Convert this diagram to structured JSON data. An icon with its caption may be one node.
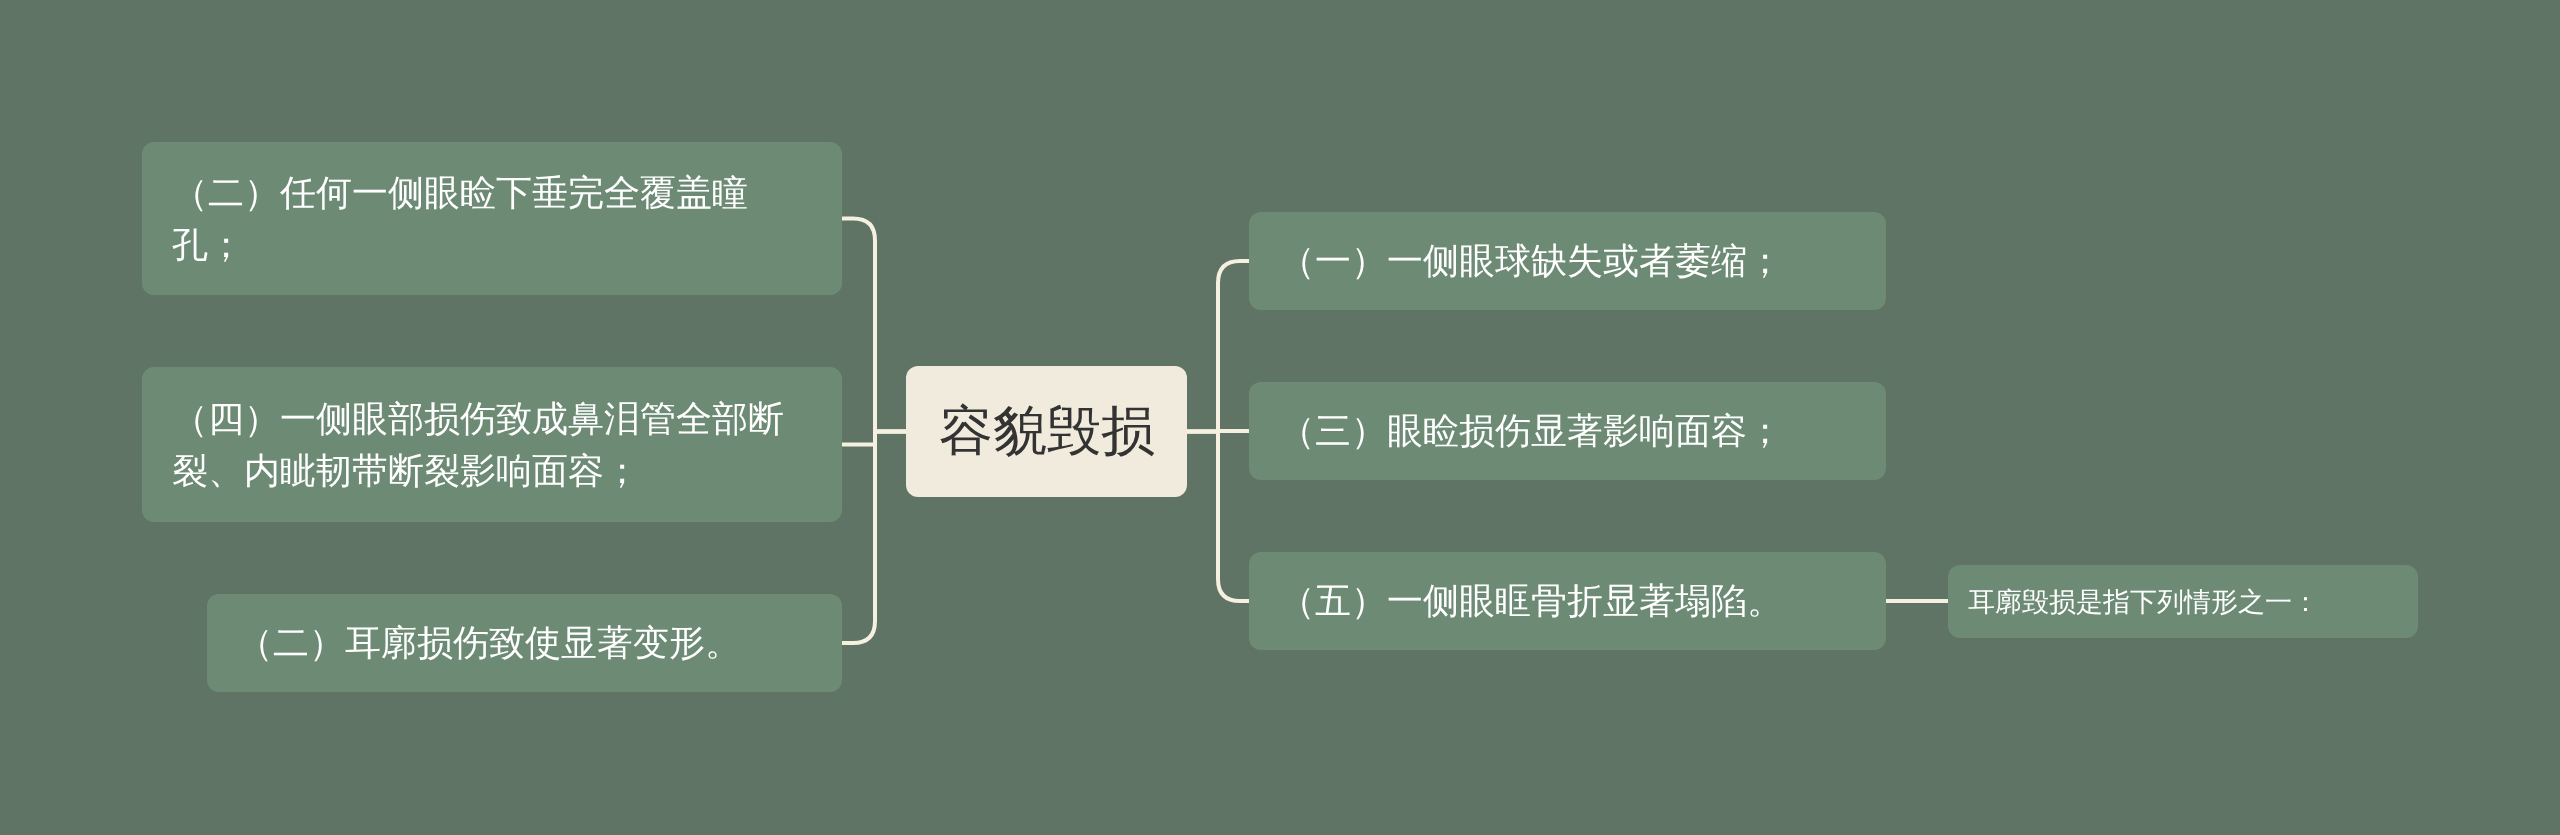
{
  "diagram": {
    "nodes": [
      {
        "text": [
          "容貌毁损"
        ]
      },
      {
        "text": [
          "（二）任何一侧眼睑下垂完全覆盖瞳孔；"
        ]
      },
      {
        "text": [
          "（四）一侧眼部损伤致成鼻泪管全部断裂、内眦韧带断裂影响面容；"
        ]
      },
      {
        "text": [
          "（二）耳廓损伤致使显著变形。"
        ]
      },
      {
        "text": [
          "（一）一侧眼球缺失或者萎缩；"
        ]
      },
      {
        "text": [
          "（三）眼睑损伤显著影响面容；"
        ]
      },
      {
        "text": [
          "（五）一侧眼眶骨折显著塌陷。"
        ]
      },
      {
        "text": [
          "耳廓毁损是指下列情形之一："
        ]
      }
    ],
    "edges": [
      {
        "from": 0,
        "to": 1,
        "arrow": "none"
      },
      {
        "from": 0,
        "to": 2,
        "arrow": "none"
      },
      {
        "from": 0,
        "to": 3,
        "arrow": "none"
      },
      {
        "from": 0,
        "to": 4,
        "arrow": "none"
      },
      {
        "from": 0,
        "to": 5,
        "arrow": "none"
      },
      {
        "from": 0,
        "to": 6,
        "arrow": "none"
      },
      {
        "from": 6,
        "to": 7,
        "arrow": "none"
      }
    ]
  }
}
